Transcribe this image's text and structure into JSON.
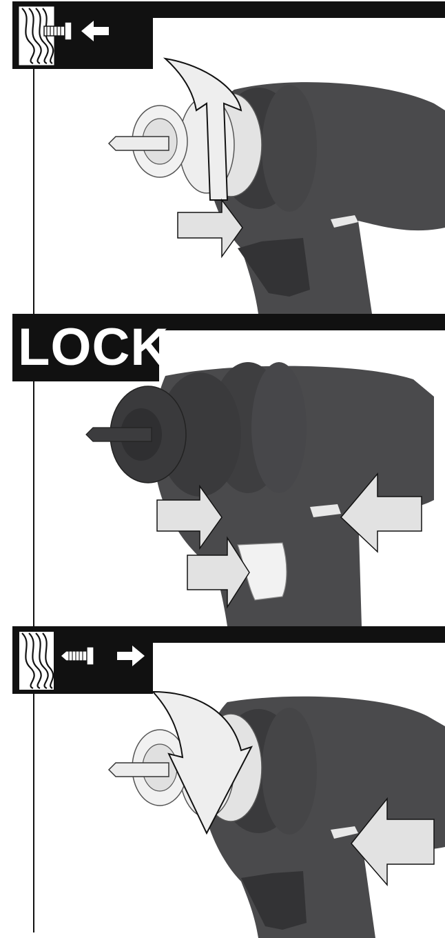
{
  "panels": [
    {
      "id": "tighten",
      "icon": "screw-into-wood-icon",
      "header_label": "",
      "action": "rotate-collar-counterclockwise"
    },
    {
      "id": "lock",
      "icon": "",
      "header_label": "LOCK",
      "action": "center-direction-selector-and-trigger"
    },
    {
      "id": "loosen",
      "icon": "screw-out-of-wood-icon",
      "header_label": "",
      "action": "rotate-collar-clockwise"
    }
  ],
  "colors": {
    "ink": "#111111",
    "tool_body": "#4a4a4c",
    "tool_dark": "#333335",
    "chuck": "#e6e6e6",
    "arrow_fill": "#e2e2e2",
    "background": "#ffffff"
  }
}
